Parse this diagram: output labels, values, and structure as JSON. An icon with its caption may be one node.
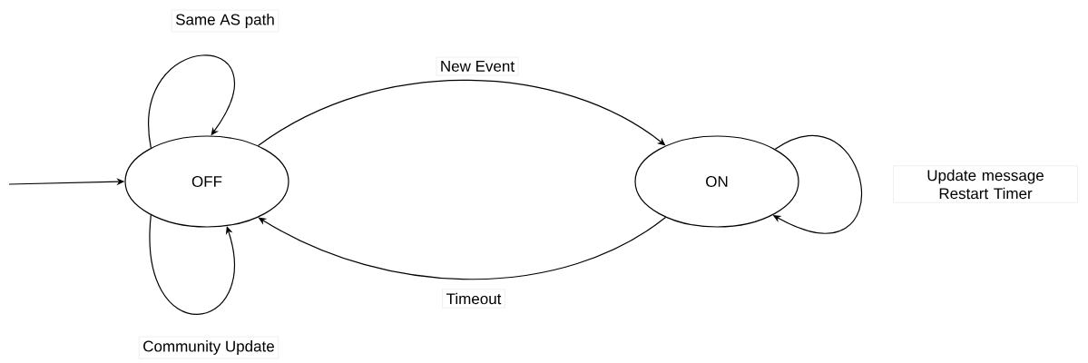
{
  "diagram": {
    "nodes": [
      {
        "text": [
          "OFF"
        ]
      },
      {
        "text": [
          "ON"
        ]
      }
    ],
    "edges": [
      {
        "from": null,
        "to": 0,
        "arrow": "to"
      },
      {
        "from": 0,
        "to": 0,
        "arrow": "to",
        "label": "Same AS path"
      },
      {
        "from": 0,
        "to": 0,
        "arrow": "to",
        "label": "Community Update"
      },
      {
        "from": 0,
        "to": 1,
        "arrow": "to",
        "label": "New Event"
      },
      {
        "from": 1,
        "to": 1,
        "arrow": "to",
        "label": "Update message Restart Timer"
      },
      {
        "from": 1,
        "to": 0,
        "arrow": "to",
        "label": "Timeout"
      }
    ]
  }
}
